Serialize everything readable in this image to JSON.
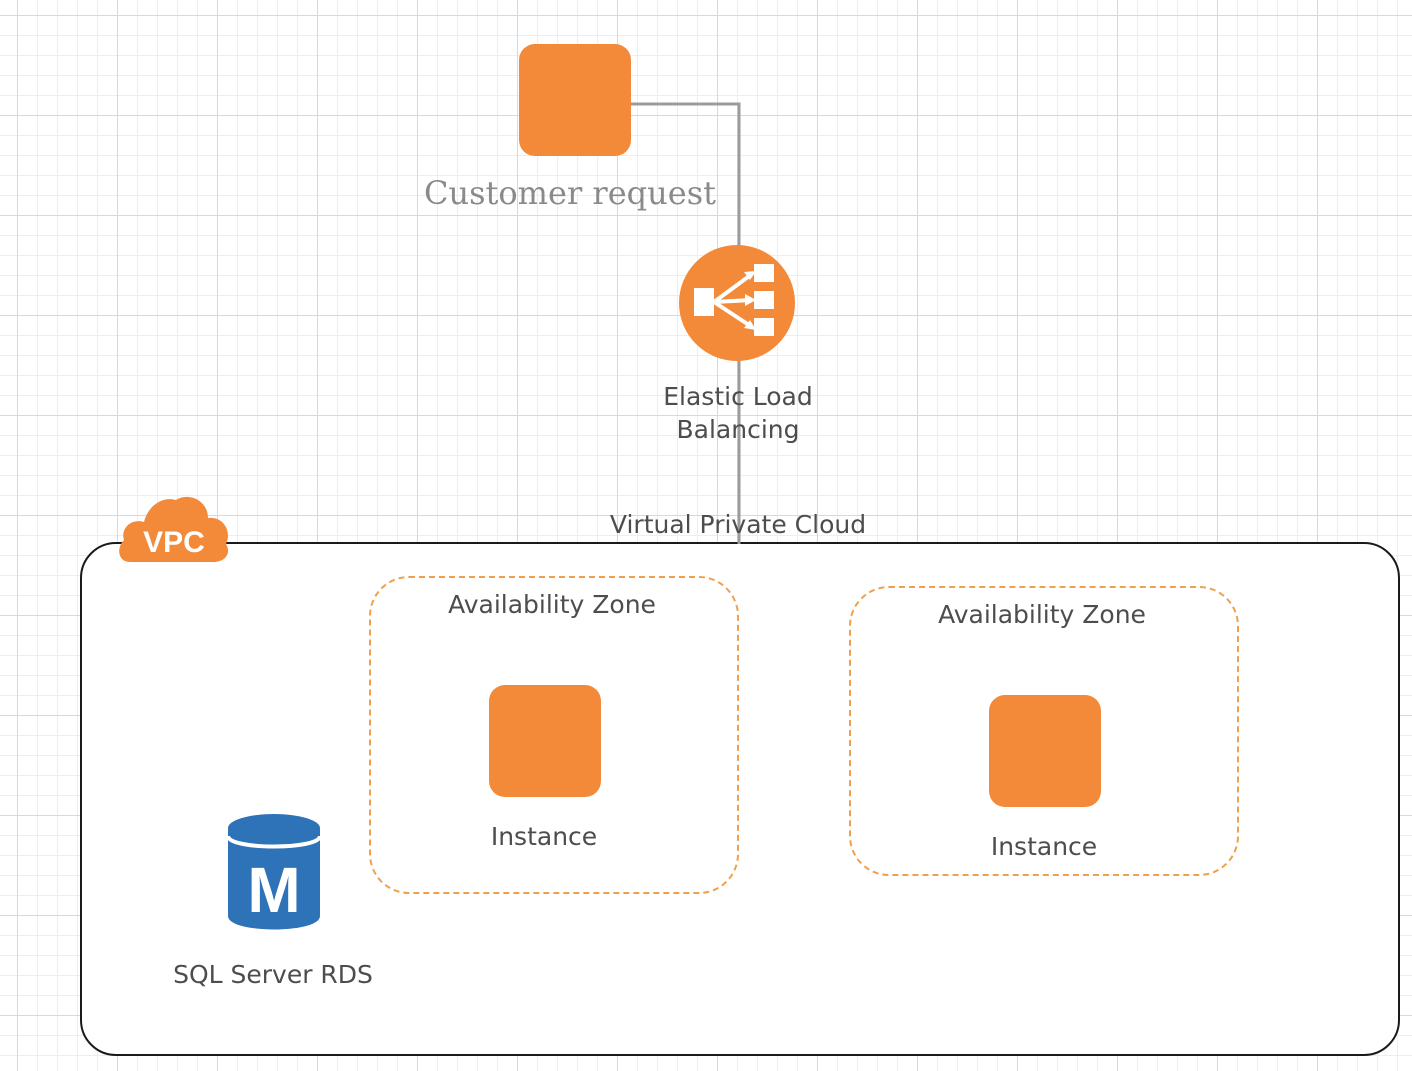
{
  "customer": {
    "label": "Customer request"
  },
  "elb": {
    "line1": "Elastic Load",
    "line2": "Balancing"
  },
  "vpc": {
    "badge": "VPC",
    "label": "Virtual Private Cloud"
  },
  "zones": [
    {
      "label": "Availability Zone",
      "instance_label": "Instance"
    },
    {
      "label": "Availability Zone",
      "instance_label": "Instance"
    }
  ],
  "rds": {
    "icon_letter": "M",
    "label": "SQL Server RDS"
  },
  "colors": {
    "aws_orange": "#f28a3a",
    "rds_blue": "#2e72b8",
    "connector_gray": "#9b9b9b",
    "dashed_orange": "#f0a04b"
  }
}
